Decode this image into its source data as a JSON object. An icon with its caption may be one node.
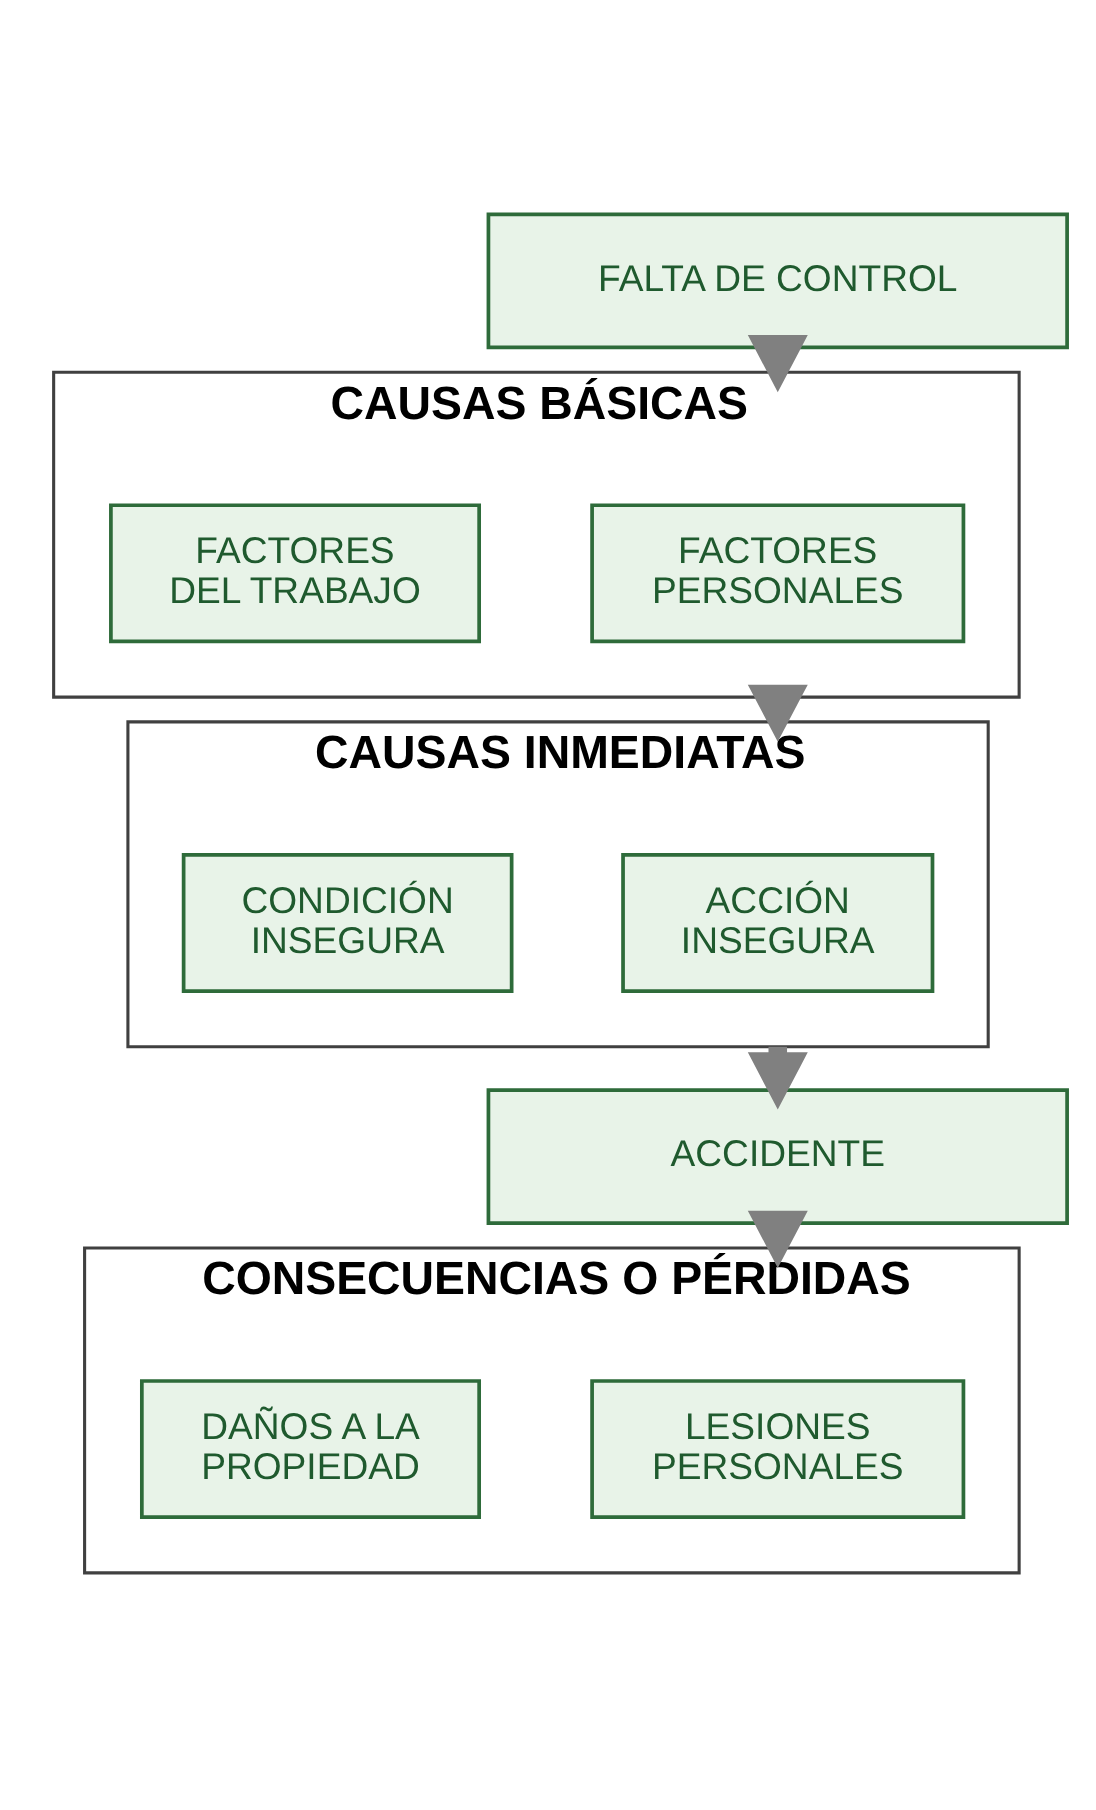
{
  "diagram": {
    "nodes": [
      {
        "text": [
          "FALTA DE CONTROL"
        ]
      },
      {
        "text": [
          "CAUSAS BÁSICAS"
        ]
      },
      {
        "text": [
          "FACTORES PERSONALES"
        ],
        "in": 1
      },
      {
        "text": [
          "FACTORES DEL TRABAJO"
        ],
        "in": 1
      },
      {
        "text": [
          "CAUSAS INMEDIATAS"
        ]
      },
      {
        "text": [
          "ACCIÓN INSEGURA"
        ],
        "in": 4
      },
      {
        "text": [
          "CONDICIÓN INSEGURA"
        ],
        "in": 4
      },
      {
        "text": [
          "ACCIDENTE"
        ]
      },
      {
        "text": [
          "CONSECUENCIAS O PÉRDIDAS"
        ]
      },
      {
        "text": [
          "LESIONES PERSONALES"
        ],
        "in": 8
      },
      {
        "text": [
          "DAÑOS A LA PROPIEDAD"
        ],
        "in": 8
      }
    ],
    "edges": [
      {
        "from": 0,
        "to": 1,
        "arrow": "to"
      },
      {
        "from": 1,
        "to": 4,
        "arrow": "to"
      },
      {
        "from": 4,
        "to": 7,
        "arrow": "to"
      },
      {
        "from": 7,
        "to": 8,
        "arrow": "to"
      }
    ]
  }
}
